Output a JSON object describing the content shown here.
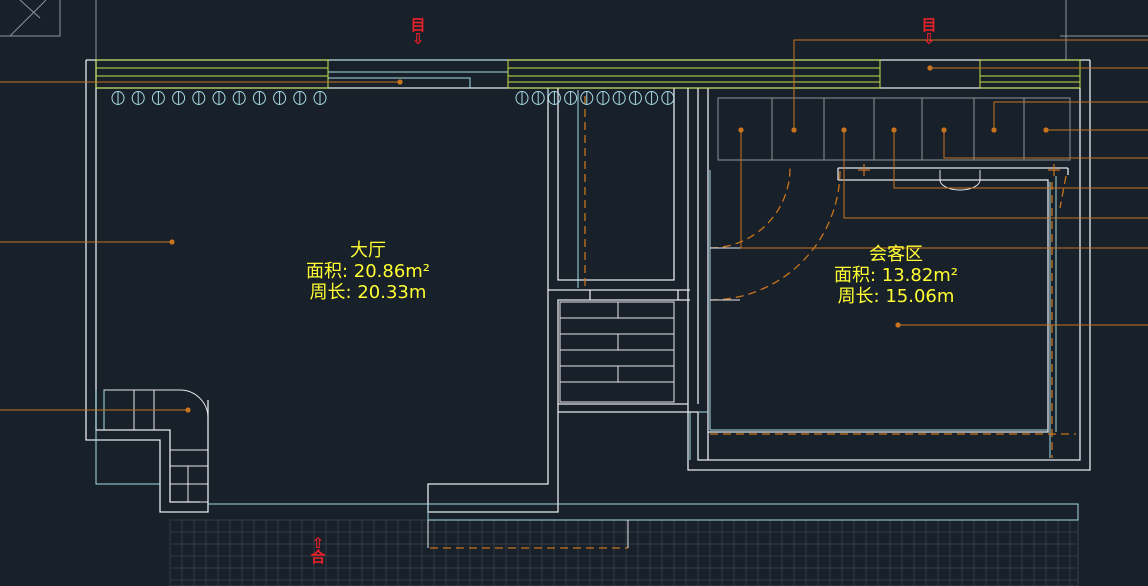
{
  "colors": {
    "background": "#182029",
    "wall": "#e8e8ec",
    "window": "#a9dce8",
    "leader": "#c8741e",
    "curtain": "#c6e04a",
    "label": "#ffff33",
    "symbol": "#e8202a"
  },
  "rooms": [
    {
      "id": "hall",
      "name": "大厅",
      "area": "面积: 20.86m²",
      "perimeter": "周长: 20.33m"
    },
    {
      "id": "reception",
      "name": "会客区",
      "area": "面积: 13.82m²",
      "perimeter": "周长: 15.06m"
    }
  ],
  "entry_symbols": [
    {
      "glyph": "⇩",
      "char": "目"
    },
    {
      "glyph": "⇩",
      "char": "目"
    },
    {
      "glyph": "⇧",
      "char": "合"
    }
  ]
}
